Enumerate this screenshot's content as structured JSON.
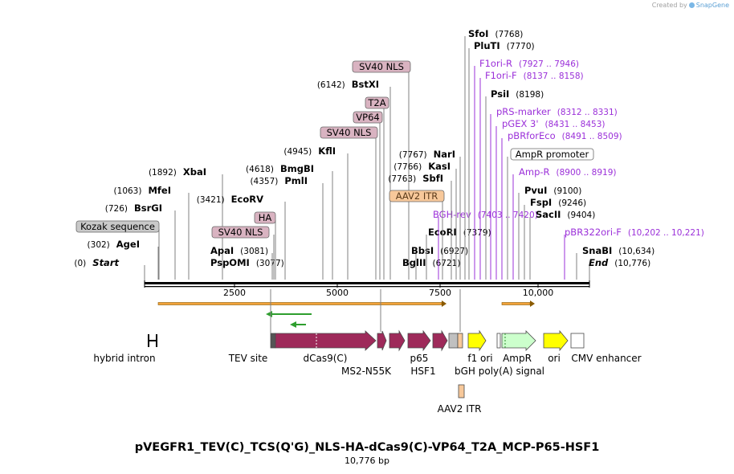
{
  "credit": {
    "prefix": "Created by",
    "brand": "SnapGene"
  },
  "title": "pVEGFR1_TEV(C)_TCS(Q'G)_NLS-HA-dCas9(C)-VP64_T2A_MCP-P65-HSF1",
  "length_label": "10,776 bp",
  "colors": {
    "enzyme": "#000000",
    "primer": "#9b30d9",
    "feature_box": "#d9b3c1",
    "itr_box": "#f7c89a",
    "promoter_box": "#ffffff",
    "gray_box": "#c9c9c9"
  },
  "ruler": {
    "ticks": [
      "2500",
      "5000",
      "7500",
      "10,000"
    ]
  },
  "labels": [
    {
      "id": "start",
      "num": "(0)",
      "name": "Start",
      "kind": "enzyme",
      "italic": true
    },
    {
      "id": "agei",
      "num": "(302)",
      "name": "AgeI",
      "kind": "enzyme"
    },
    {
      "id": "kozak",
      "name": "Kozak sequence",
      "kind": "gray"
    },
    {
      "id": "bsrgi",
      "num": "(726)",
      "name": "BsrGI",
      "kind": "enzyme"
    },
    {
      "id": "mfei",
      "num": "(1063)",
      "name": "MfeI",
      "kind": "enzyme"
    },
    {
      "id": "xbai",
      "num": "(1892)",
      "name": "XbaI",
      "kind": "enzyme"
    },
    {
      "id": "pspomi",
      "num": "(3077)",
      "name": "PspOMI",
      "kind": "enzyme",
      "reverse": true
    },
    {
      "id": "apai",
      "num": "(3081)",
      "name": "ApaI",
      "kind": "enzyme",
      "reverse": true
    },
    {
      "id": "sv40nls1",
      "name": "SV40 NLS",
      "kind": "feature"
    },
    {
      "id": "ha",
      "name": "HA",
      "kind": "feature"
    },
    {
      "id": "ecorv",
      "num": "(3421)",
      "name": "EcoRV",
      "kind": "enzyme"
    },
    {
      "id": "pmli",
      "num": "(4357)",
      "name": "PmlI",
      "kind": "enzyme"
    },
    {
      "id": "bmgbi",
      "num": "(4618)",
      "name": "BmgBI",
      "kind": "enzyme"
    },
    {
      "id": "kfli",
      "num": "(4945)",
      "name": "KflI",
      "kind": "enzyme"
    },
    {
      "id": "sv40nls2",
      "name": "SV40 NLS",
      "kind": "feature"
    },
    {
      "id": "vp64",
      "name": "VP64",
      "kind": "feature"
    },
    {
      "id": "t2a",
      "name": "T2A",
      "kind": "feature"
    },
    {
      "id": "bstxi",
      "num": "(6142)",
      "name": "BstXI",
      "kind": "enzyme"
    },
    {
      "id": "sv40nls3",
      "name": "SV40 NLS",
      "kind": "feature"
    },
    {
      "id": "bglii",
      "num": "(6721)",
      "name": "BglII",
      "kind": "enzyme"
    },
    {
      "id": "bbsi",
      "num": "(6927)",
      "name": "BbsI",
      "kind": "enzyme"
    },
    {
      "id": "ecori",
      "num": "(7379)",
      "name": "EcoRI",
      "kind": "enzyme"
    },
    {
      "id": "bghrev",
      "num": "(7403 .. 7420)",
      "name": "BGH-rev",
      "kind": "primer",
      "reverse": true
    },
    {
      "id": "aav2itr",
      "name": "AAV2 ITR",
      "kind": "itr"
    },
    {
      "id": "sbfi",
      "num": "(7763)",
      "name": "SbfI",
      "kind": "enzyme"
    },
    {
      "id": "kasi",
      "num": "(7766)",
      "name": "KasI",
      "kind": "enzyme"
    },
    {
      "id": "nari",
      "num": "(7767)",
      "name": "NarI",
      "kind": "enzyme"
    },
    {
      "id": "sfoi",
      "num": "(7768)",
      "name": "SfoI",
      "kind": "enzyme",
      "reverse": true
    },
    {
      "id": "pluti",
      "num": "(7770)",
      "name": "PluTI",
      "kind": "enzyme",
      "reverse": true
    },
    {
      "id": "f1orir",
      "num": "(7927 .. 7946)",
      "name": "F1ori-R",
      "kind": "primer",
      "reverse": true
    },
    {
      "id": "f1orif",
      "num": "(8137 .. 8158)",
      "name": "F1ori-F",
      "kind": "primer",
      "reverse": true
    },
    {
      "id": "psii",
      "num": "(8198)",
      "name": "PsiI",
      "kind": "enzyme",
      "reverse": true
    },
    {
      "id": "prsmarker",
      "num": "(8312 .. 8331)",
      "name": "pRS-marker",
      "kind": "primer",
      "reverse": true
    },
    {
      "id": "pgex3",
      "num": "(8431 .. 8453)",
      "name": "pGEX 3'",
      "kind": "primer",
      "reverse": true
    },
    {
      "id": "pbrforeco",
      "num": "(8491 .. 8509)",
      "name": "pBRforEco",
      "kind": "primer",
      "reverse": true
    },
    {
      "id": "amppromoter",
      "name": "AmpR promoter",
      "kind": "promoter"
    },
    {
      "id": "ampr",
      "num": "(8900 .. 8919)",
      "name": "Amp-R",
      "kind": "primer",
      "reverse": true
    },
    {
      "id": "pvui",
      "num": "(9100)",
      "name": "PvuI",
      "kind": "enzyme",
      "reverse": true
    },
    {
      "id": "fspi",
      "num": "(9246)",
      "name": "FspI",
      "kind": "enzyme",
      "reverse": true
    },
    {
      "id": "sacii",
      "num": "(9404)",
      "name": "SacII",
      "kind": "enzyme",
      "reverse": true
    },
    {
      "id": "pbr322",
      "num": "(10,202 .. 10,221)",
      "name": "pBR322ori-F",
      "kind": "primer",
      "reverse": true
    },
    {
      "id": "snabi",
      "num": "(10,634)",
      "name": "SnaBI",
      "kind": "enzyme",
      "reverse": true
    },
    {
      "id": "end",
      "num": "(10,776)",
      "name": "End",
      "kind": "enzyme",
      "reverse": true,
      "italic": true
    }
  ],
  "features": [
    {
      "id": "hybrid_intron",
      "label": "hybrid intron",
      "shape": "bracket",
      "color": "#000000"
    },
    {
      "id": "tev_site",
      "label": "TEV site",
      "shape": "box",
      "color": "#555555"
    },
    {
      "id": "dcas9",
      "label": "dCas9(C)",
      "shape": "arrow",
      "color": "#9e2a5a"
    },
    {
      "id": "ms2",
      "label": "MS2-N55K",
      "shape": "arrow",
      "color": "#9e2a5a"
    },
    {
      "id": "p65",
      "label": "p65",
      "shape": "arrow",
      "color": "#9e2a5a"
    },
    {
      "id": "hsf1",
      "label": "HSF1",
      "shape": "arrow",
      "color": "#9e2a5a"
    },
    {
      "id": "bgh",
      "label": "bGH poly(A) signal",
      "shape": "box",
      "color": "#c0c0c0"
    },
    {
      "id": "itr_box",
      "label": "",
      "shape": "box",
      "color": "#f7c89a"
    },
    {
      "id": "f1ori",
      "label": "f1 ori",
      "shape": "arrow",
      "color": "#ffff00"
    },
    {
      "id": "ampr_feat",
      "label": "AmpR",
      "shape": "arrow",
      "color": "#ccffcc"
    },
    {
      "id": "ori",
      "label": "ori",
      "shape": "arrow",
      "color": "#ffff00"
    },
    {
      "id": "cmv",
      "label": "CMV enhancer",
      "shape": "box",
      "color": "#ffffff"
    },
    {
      "id": "aav2_lower",
      "label": "AAV2 ITR",
      "shape": "box",
      "color": "#f7c89a"
    }
  ]
}
